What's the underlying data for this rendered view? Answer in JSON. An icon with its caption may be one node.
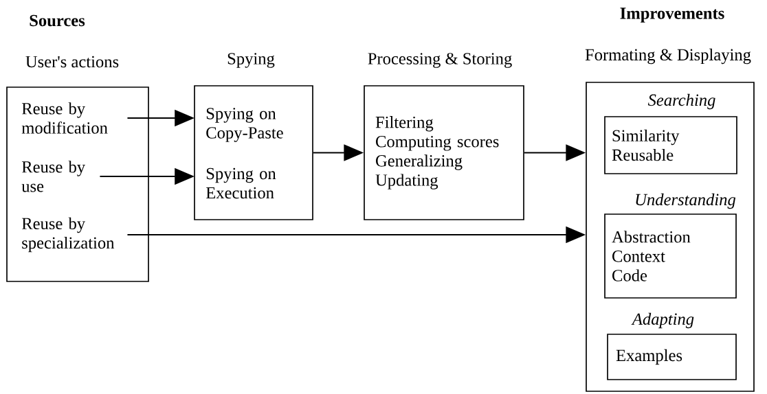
{
  "diagram": {
    "nodes": [
      {
        "text": [
          "User's actions"
        ]
      },
      {
        "text": [
          "Reuse by modification"
        ],
        "in": 0
      },
      {
        "text": [
          "Reuse by use"
        ],
        "in": 0
      },
      {
        "text": [
          "Reuse by specialization"
        ],
        "in": 0
      },
      {
        "text": [
          "Spying"
        ]
      },
      {
        "text": [
          "Spying on Copy-Paste"
        ],
        "in": 4
      },
      {
        "text": [
          "Spying on Execution"
        ],
        "in": 4
      },
      {
        "text": [
          "Processing & Storing",
          "Filtering",
          "Computing scores",
          "Generalizing",
          "Updating"
        ]
      },
      {
        "text": [
          "Formating & Displaying"
        ]
      },
      {
        "text": [
          "Searching",
          "Similarity",
          "Reusable"
        ],
        "in": 8
      },
      {
        "text": [
          "Understanding",
          "Abstraction",
          "Context",
          "Code"
        ],
        "in": 8
      },
      {
        "text": [
          "Adapting",
          "Examples"
        ],
        "in": 8
      }
    ],
    "edges": [
      {
        "from": 1,
        "to": 5,
        "arrow": "to"
      },
      {
        "from": 2,
        "to": 6,
        "arrow": "to"
      },
      {
        "from": 4,
        "to": 7,
        "arrow": "to"
      },
      {
        "from": 7,
        "to": 8,
        "arrow": "to"
      },
      {
        "from": 3,
        "to": 8,
        "arrow": "to"
      }
    ],
    "labels": [
      "Sources",
      "Improvements"
    ]
  }
}
